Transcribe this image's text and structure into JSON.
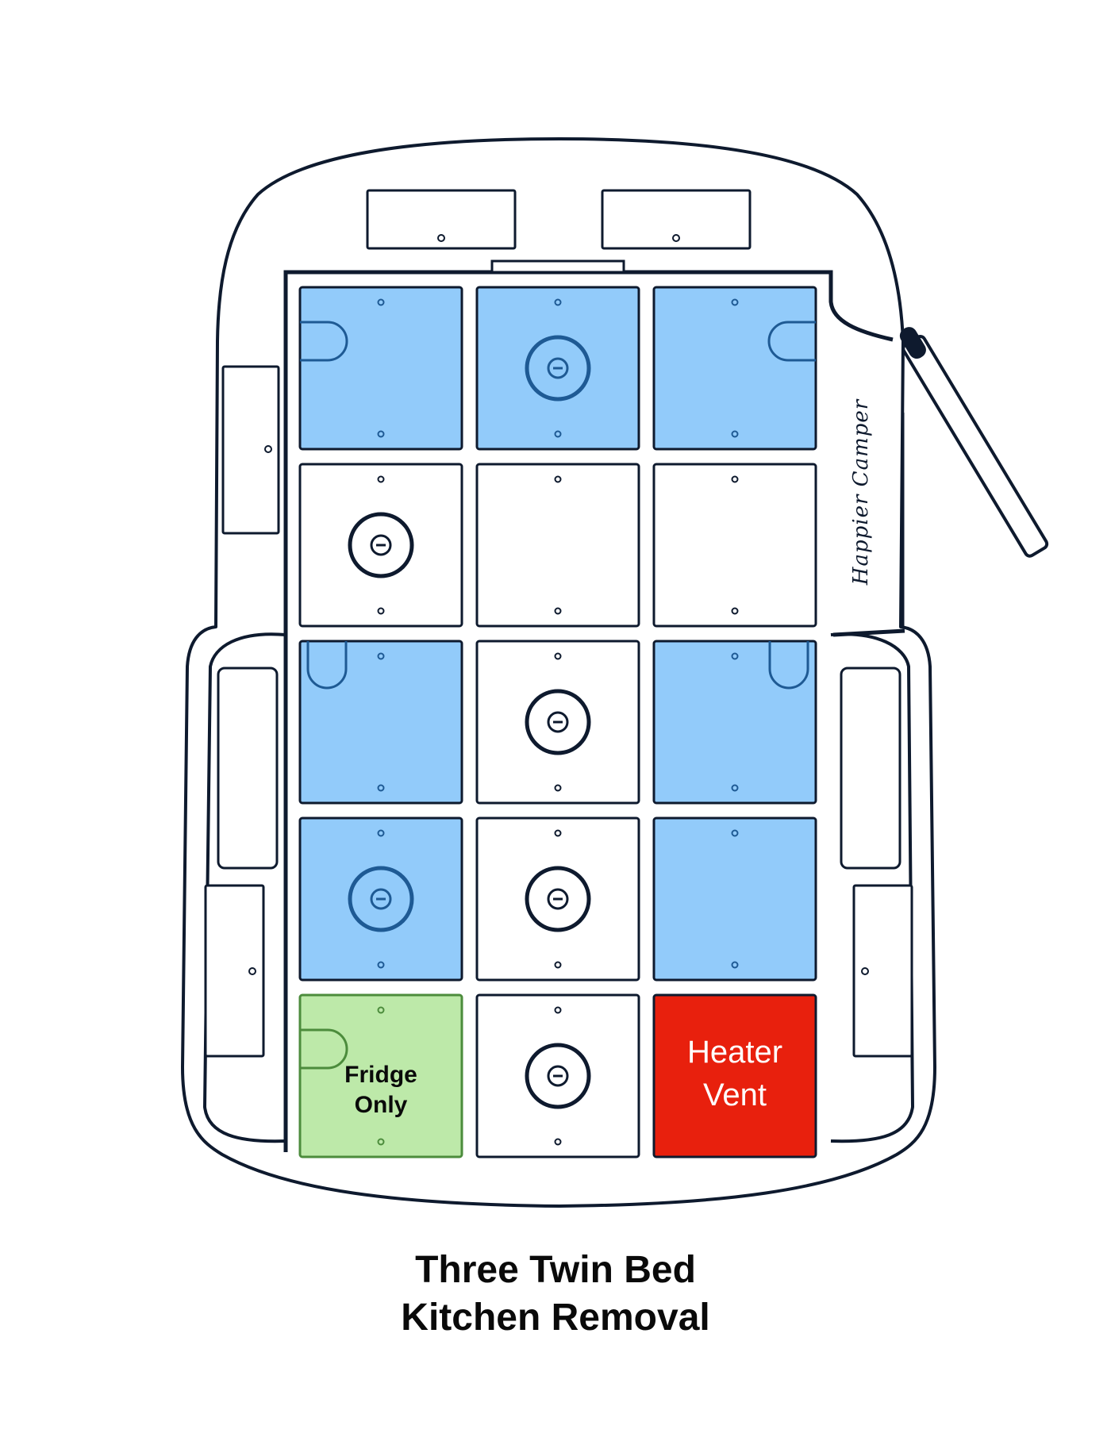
{
  "brand": "Happier Camper",
  "caption": {
    "line1": "Three Twin Bed",
    "line2": "Kitchen Removal"
  },
  "colors": {
    "outline": "#0e1a2e",
    "blue_fill": "#92cbfa",
    "blue_ring": "#1e5a94",
    "green_fill": "#bde9a9",
    "green_stroke": "#4c8c3c",
    "red_fill": "#e8200d",
    "white": "#ffffff"
  },
  "grid": {
    "rows": 5,
    "cols": 3,
    "cells": [
      [
        {
          "fill": "blue",
          "feature": "notch-left"
        },
        {
          "fill": "blue",
          "feature": "ring"
        },
        {
          "fill": "blue",
          "feature": "notch-right"
        }
      ],
      [
        {
          "fill": "white",
          "feature": "ring"
        },
        {
          "fill": "white",
          "feature": "none"
        },
        {
          "fill": "white",
          "feature": "none"
        }
      ],
      [
        {
          "fill": "blue",
          "feature": "notch-top-left"
        },
        {
          "fill": "white",
          "feature": "ring"
        },
        {
          "fill": "blue",
          "feature": "notch-top-right"
        }
      ],
      [
        {
          "fill": "blue",
          "feature": "ring"
        },
        {
          "fill": "white",
          "feature": "ring"
        },
        {
          "fill": "blue",
          "feature": "none"
        }
      ],
      [
        {
          "fill": "green",
          "feature": "notch-left",
          "label_lines": [
            "Fridge",
            "Only"
          ]
        },
        {
          "fill": "white",
          "feature": "ring"
        },
        {
          "fill": "red",
          "feature": "none",
          "label_lines": [
            "Heater",
            "Vent"
          ]
        }
      ]
    ]
  }
}
